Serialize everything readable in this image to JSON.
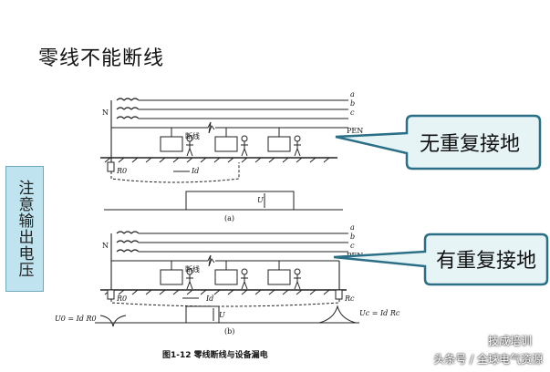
{
  "title": "零线不能断线",
  "side_label": "注意输出电压",
  "callout_a": "无重复接地",
  "callout_b": "有重复接地",
  "lines": {
    "a": "a",
    "b": "b",
    "c": "c",
    "pen": "PEN",
    "n": "N"
  },
  "break_label": "断线",
  "r0": "R0",
  "rc": "Rc",
  "id": "Id",
  "u": "U",
  "panel_a": "(a)",
  "panel_b": "(b)",
  "u0_eq": "U0 = Id R0",
  "uc_eq": "Uc = Id Rc",
  "caption": "图1-12  零线断线与设备漏电",
  "watermark_top": "技成培训",
  "watermark_bottom": "头条号 / 全球电气资源",
  "colors": {
    "callout_fill": "#e6f4f6",
    "callout_border": "#2a6f86",
    "side_box": "#bfe4ef"
  }
}
